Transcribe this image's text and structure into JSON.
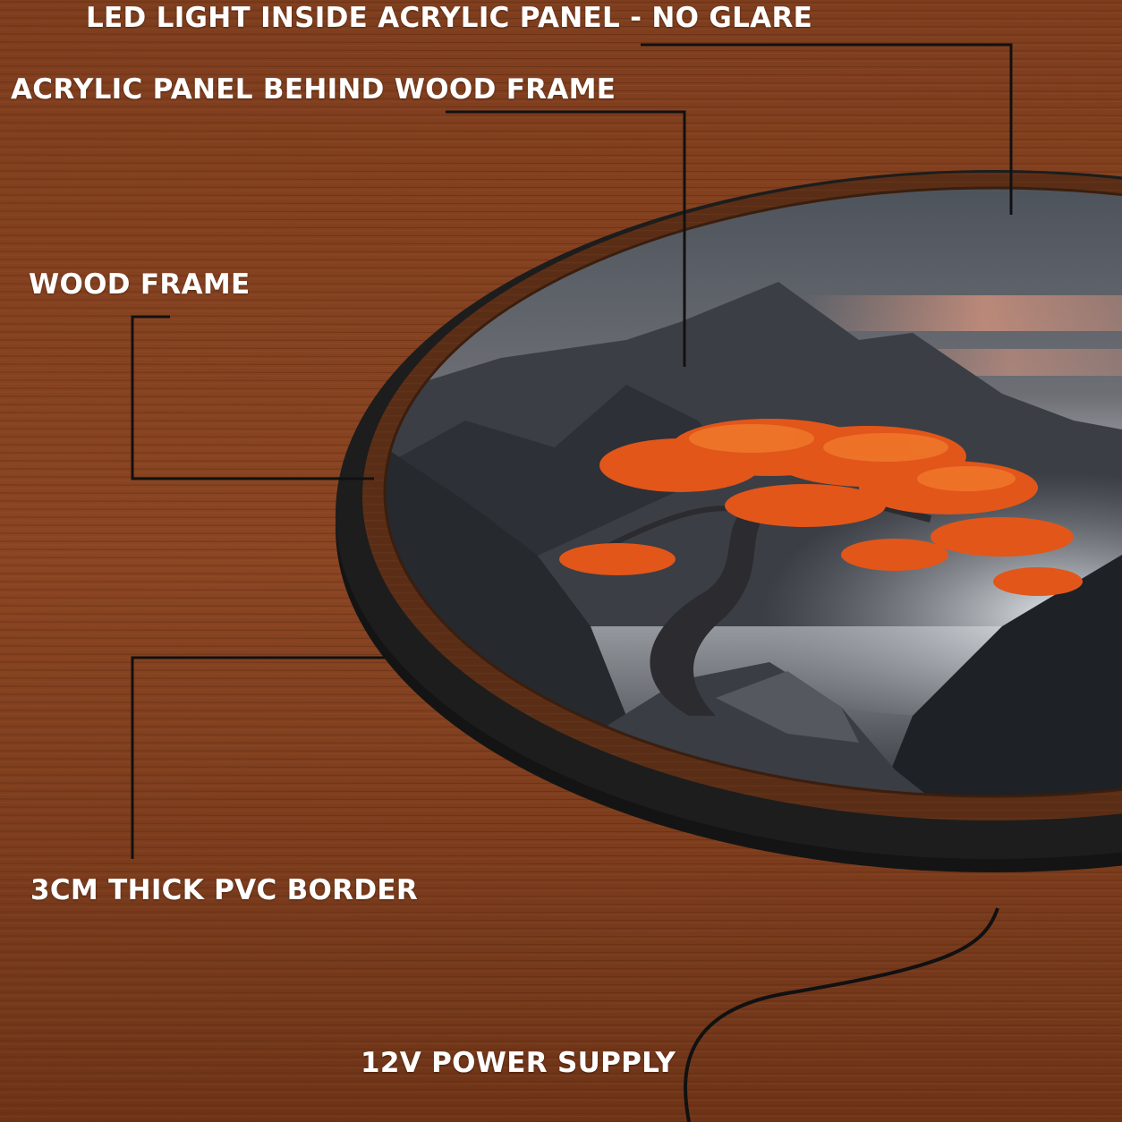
{
  "callouts": {
    "led_light": "LED LIGHT INSIDE ACRYLIC PANEL - NO GLARE",
    "acrylic_panel": "ACRYLIC PANEL BEHIND WOOD FRAME",
    "wood_frame": "WOOD FRAME",
    "pvc_border": "3CM THICK PVC BORDER",
    "power_supply": "12V POWER SUPPLY"
  },
  "colors": {
    "background_wood": "#7a3a1c",
    "frame_wood": "#5a2e16",
    "pvc_border": "#141414",
    "callout_line": "#111111",
    "label_text": "#ffffff",
    "tree_foliage": "#e2561a",
    "sky_glow": "#e59a80"
  }
}
